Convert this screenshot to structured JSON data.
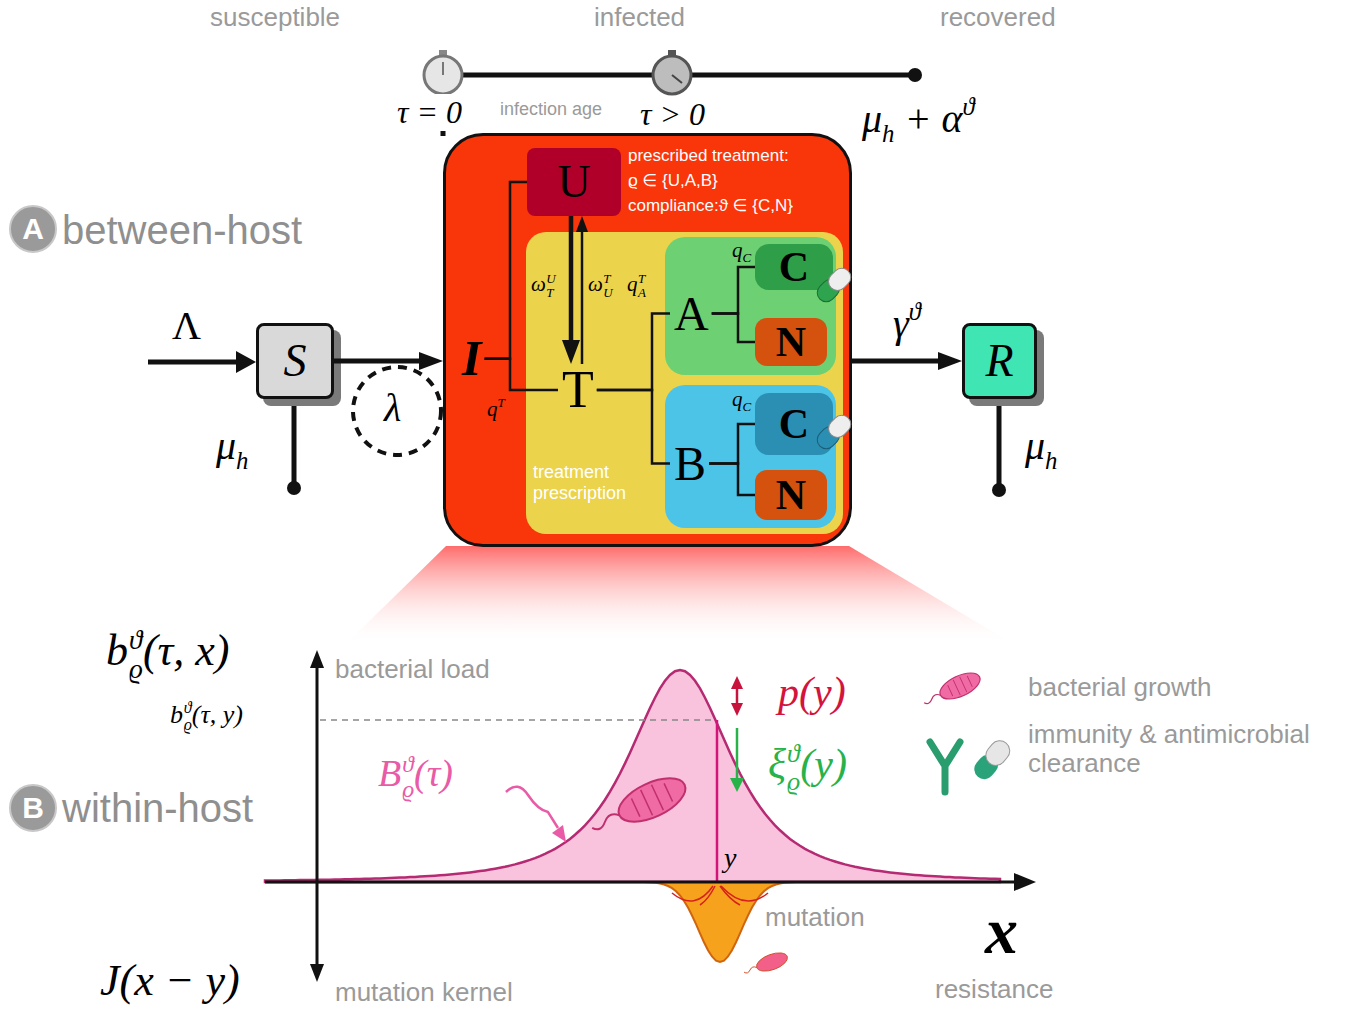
{
  "diagram": {
    "nodes": [
      {
        "text": [
          "S"
        ]
      },
      {
        "text": [
          "I",
          "prescribed treatment:",
          "ϱ ∈ {U,A,B}",
          "compliance:ϑ ∈ {C,N}"
        ]
      },
      {
        "text": [
          "U"
        ],
        "in": 1
      },
      {
        "text": [
          "T",
          "treatment prescription"
        ],
        "in": 1
      },
      {
        "text": [
          "A"
        ],
        "in": 3
      },
      {
        "text": [
          "C"
        ],
        "in": 4
      },
      {
        "text": [
          "N"
        ],
        "in": 4
      },
      {
        "text": [
          "B"
        ],
        "in": 3
      },
      {
        "text": [
          "C"
        ],
        "in": 7
      },
      {
        "text": [
          "N"
        ],
        "in": 7
      },
      {
        "text": [
          "R"
        ]
      }
    ],
    "edges": [
      {
        "from": 0,
        "to": 1,
        "arrow": "to"
      },
      {
        "from": 1,
        "to": 10,
        "label": "γϑ",
        "arrow": "to"
      },
      {
        "from": 2,
        "to": 3,
        "label": "ωUT",
        "arrow": "to"
      },
      {
        "from": 3,
        "to": 2,
        "label": "ωTU",
        "arrow": "to"
      },
      {
        "from": 1,
        "to": 2,
        "arrow": "none"
      },
      {
        "from": 1,
        "to": 3,
        "label": "qT",
        "arrow": "none"
      },
      {
        "from": 3,
        "to": 4,
        "label": "qTA",
        "arrow": "none"
      },
      {
        "from": 3,
        "to": 7,
        "arrow": "none"
      },
      {
        "from": 4,
        "to": 5,
        "label": "qC",
        "arrow": "none"
      },
      {
        "from": 4,
        "to": 6,
        "arrow": "none"
      },
      {
        "from": 7,
        "to": 8,
        "label": "qC",
        "arrow": "none"
      },
      {
        "from": 7,
        "to": 9,
        "arrow": "none"
      }
    ],
    "labels": [
      "susceptible",
      "infected",
      "recovered",
      "τ = 0",
      "infection age",
      "τ > 0",
      "μh + αϑ",
      "A",
      "between-host",
      "Λ",
      "μh",
      "λ",
      "μh",
      "bϑϱ(τ, x)",
      "bϑϱ(τ, y)",
      "bacterial load",
      "Bϑϱ(τ)",
      "p(y)",
      "ξϑϱ(y)",
      "bacterial growth",
      "immunity & antimicrobial clearance",
      "y",
      "mutation",
      "x",
      "J(x − y)",
      "mutation kernel",
      "resistance",
      "B",
      "within-host"
    ]
  }
}
